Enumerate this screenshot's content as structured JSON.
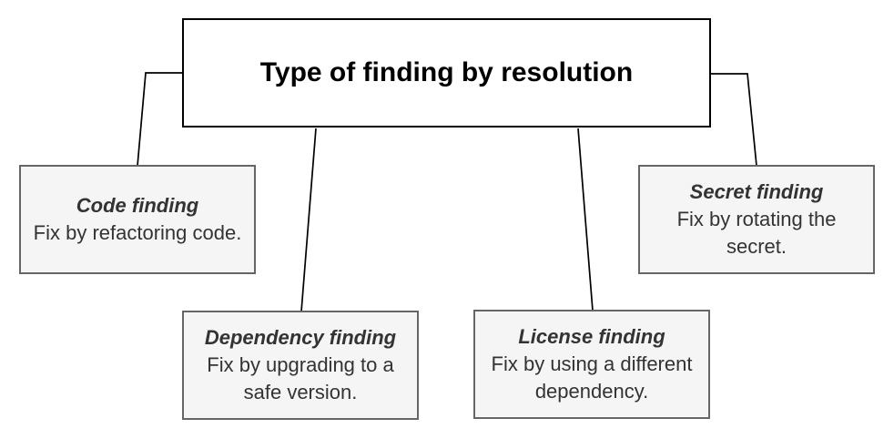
{
  "diagram": {
    "root": {
      "label": "Type of finding by resolution"
    },
    "nodes": [
      {
        "id": "code-finding",
        "title": "Code finding",
        "description": "Fix by refactoring code."
      },
      {
        "id": "dependency-finding",
        "title": "Dependency finding",
        "description": "Fix by upgrading to a safe version."
      },
      {
        "id": "license-finding",
        "title": "License finding",
        "description": "Fix by using a different dependency."
      },
      {
        "id": "secret-finding",
        "title": "Secret finding",
        "description": "Fix by rotating the secret."
      }
    ],
    "colors": {
      "background": "#ffffff",
      "root_fill": "#ffffff",
      "root_border": "#000000",
      "root_text": "#000000",
      "leaf_fill": "#f5f5f5",
      "leaf_border": "#666666",
      "leaf_text": "#333333",
      "connector": "#000000"
    }
  }
}
